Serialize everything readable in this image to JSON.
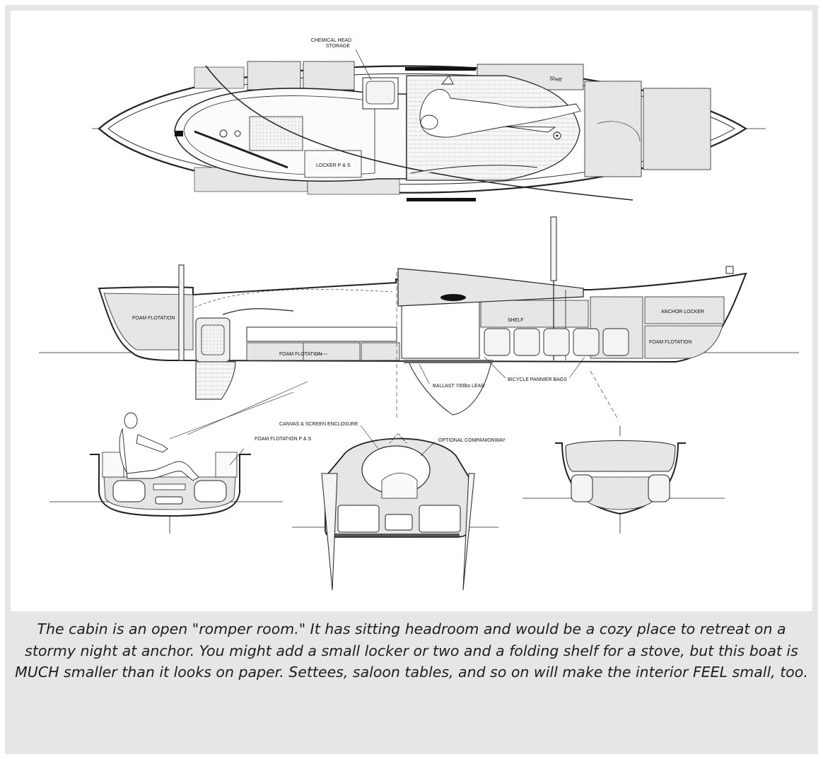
{
  "labels": {
    "chemical_head": "CHEMICAL HEAD",
    "storage": "STORAGE",
    "shelf_plan": "Shelf",
    "locker_ps": "LOCKER P & S",
    "foam_flotation_bow": "FOAM FLOTATION",
    "foam_flotation_keel": "FOAM FLOTATION",
    "shelf_profile": "SHELF",
    "anchor_locker": "ANCHOR LOCKER",
    "foam_flotation_stern": "FOAM FLOTATION",
    "ballast": "BALLAST 700lbs LEAD",
    "bicycle_bags": "BICYCLE PANNIER BAGS",
    "canvas_enclosure": "CANVAS & SCREEN ENCLOSURE",
    "optional_companionway": "OPTIONAL COMPANIONWAY",
    "foam_flotation_ps": "FOAM FLOTATION P & S"
  },
  "caption": "The cabin is an open \"romper room.\" It has sitting headroom and would be a cozy place to retreat on a stormy night at anchor. You might add a small locker or two and a folding shelf for a stove, but this boat is MUCH smaller than it looks on paper. Settees, saloon tables, and so on will make the interior FEEL small, too."
}
